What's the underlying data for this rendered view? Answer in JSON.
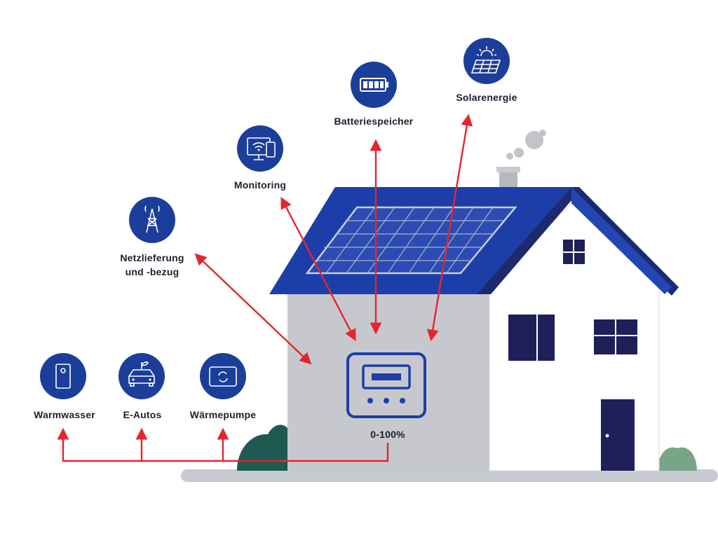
{
  "labels": {
    "solar": "Solarenergie",
    "battery": "Batteriespeicher",
    "monitoring": "Monitoring",
    "grid_line1": "Netzlieferung",
    "grid_line2": "und -bezug",
    "hot_water": "Warmwasser",
    "ev": "E-Autos",
    "heat_pump": "Wärmepumpe",
    "percent": "0-100%"
  },
  "icons": [
    "solar-panel-icon",
    "battery-icon",
    "monitor-wifi-icon",
    "transmission-tower-icon",
    "water-heater-icon",
    "electric-car-icon",
    "heat-pump-icon"
  ],
  "colors": {
    "icon_circle": "#1b3e9a",
    "roof": "#1d3ea8",
    "roof_dark": "#1e2a6e",
    "wall_left": "#c6c8cd",
    "wall_right": "#ffffff",
    "window": "#1f1f5a",
    "arrow": "#e4262c",
    "ground": "#c7cad1",
    "bush_dark": "#1e5a52",
    "bush_light": "#78a488"
  }
}
